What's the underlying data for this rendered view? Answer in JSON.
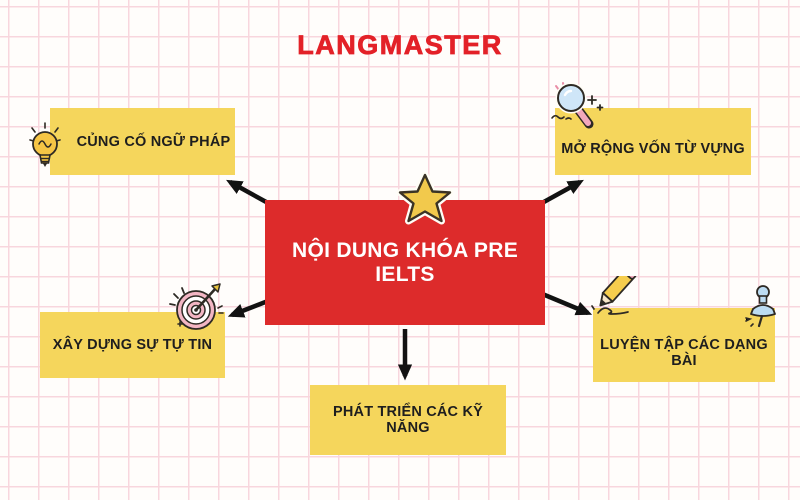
{
  "logo": {
    "text": "LANGMASTER"
  },
  "colors": {
    "brand_red": "#e32128",
    "center_box_red": "#dd2b2b",
    "branch_box_yellow": "#f5d65c",
    "text_dark": "#1e1e1e",
    "text_on_red": "#ffffff",
    "grid_line_pink": "#f8d6de",
    "background": "#fffdfb",
    "arrow_black": "#121212",
    "star_yellow": "#f2c94c"
  },
  "center": {
    "label": "NỘI DUNG KHÓA PRE IELTS",
    "icon": "star-icon"
  },
  "nodes": [
    {
      "id": "grammar",
      "label": "CỦNG CỐ NGỮ PHÁP",
      "icon": "lightbulb-icon"
    },
    {
      "id": "vocabulary",
      "label": "MỞ RỘNG VỐN TỪ VỰNG",
      "icon": "magnifier-icon"
    },
    {
      "id": "confidence",
      "label": "XÂY DỰNG SỰ TỰ TIN",
      "icon": "dart-target-icon"
    },
    {
      "id": "exercises",
      "label": "LUYỆN TẬP CÁC DẠNG BÀI",
      "icon": "pencil-icon, pushpin-icon"
    },
    {
      "id": "skills",
      "label": "PHÁT TRIỂN CÁC KỸ NĂNG",
      "icon": ""
    }
  ]
}
